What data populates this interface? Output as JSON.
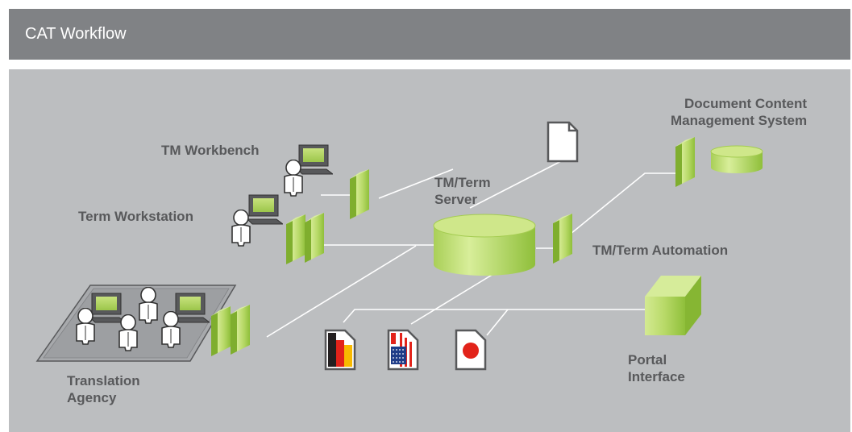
{
  "header": {
    "title": "CAT Workflow"
  },
  "labels": {
    "tm_workbench": "TM Workbench",
    "term_workstation": "Term Workstation",
    "translation_agency_1": "Translation",
    "translation_agency_2": "Agency",
    "tm_term_server_1": "TM/Term",
    "tm_term_server_2": "Server",
    "dcms_1": "Document Content",
    "dcms_2": "Management System",
    "tm_term_automation": "TM/Term Automation",
    "portal_interface_1": "Portal",
    "portal_interface_2": "Interface"
  },
  "colors": {
    "header_bg": "#808285",
    "panel_bg": "#bcbec0",
    "accent_green": "#b7d967",
    "label_text": "#58595b",
    "line": "#ffffff"
  },
  "icons": [
    "monitor-icon",
    "user-icon",
    "firewall-icon",
    "database-icon",
    "document-icon",
    "german-flag-document-icon",
    "us-flag-document-icon",
    "japanese-flag-document-icon",
    "portal-cube-icon"
  ]
}
